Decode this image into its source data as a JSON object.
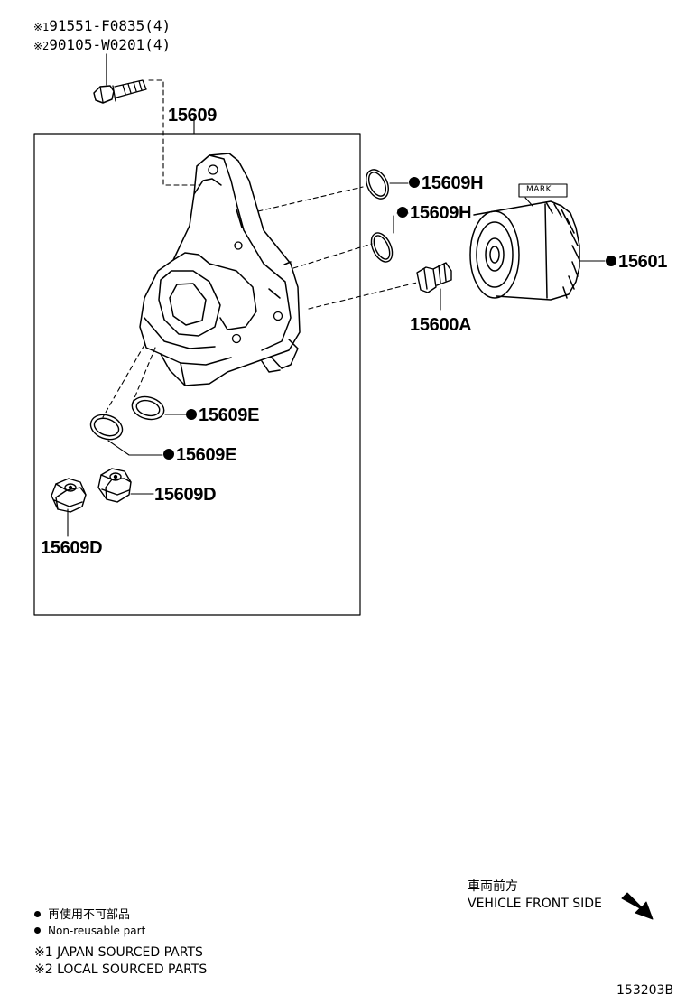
{
  "header": {
    "line1_ref": "※1",
    "line1_part": "91551-F0835(4)",
    "line2_ref": "※2",
    "line2_part": "90105-W0201(4)"
  },
  "parts": {
    "housing": "15609",
    "oring_upper": "15609H",
    "oring_lower": "15609H",
    "filter": "15601",
    "union_bolt": "15600A",
    "gasket_right": "15609E",
    "gasket_left": "15609E",
    "plug_right": "15609D",
    "plug_left": "15609D",
    "filter_mark": "MARK"
  },
  "legend": {
    "nonreusable_jp": "再使用不可部品",
    "nonreusable_en": "Non-reusable part",
    "note1": "※1 JAPAN SOURCED PARTS",
    "note2": "※2 LOCAL SOURCED PARTS"
  },
  "direction": {
    "label_jp": "車両前方",
    "label_en": "VEHICLE FRONT SIDE",
    "icon": "arrow-down-right-icon"
  },
  "figure_id": "153203B",
  "colors": {
    "ink": "#000000",
    "paper": "#ffffff"
  }
}
